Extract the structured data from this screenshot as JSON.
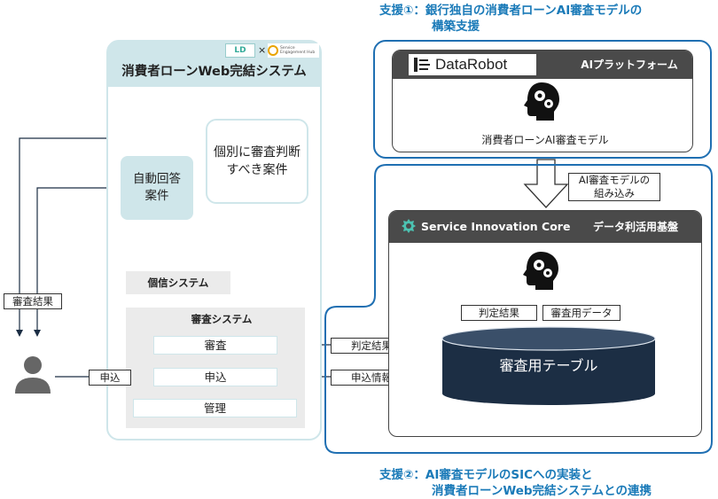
{
  "captions": {
    "support1_line1": "支援①：銀行独自の消費者ローンAI審査モデルの",
    "support1_line2": "構築支援",
    "support2_line1": "支援②：AI審査モデルのSICへの実装と",
    "support2_line2": "消費者ローンWeb完結システムとの連携"
  },
  "left_system": {
    "title": "消費者ローンWeb完結システム",
    "logo_left": "LD",
    "logo_times": "×",
    "logo_right": "Service Engagement Hub",
    "individual_review": [
      "個別に審査判断",
      "すべき案件"
    ],
    "auto_answer": [
      "自動回答",
      "案件"
    ],
    "credit_system": "個信システム",
    "review_system": "審査システム",
    "items": [
      "審査",
      "申込",
      "管理"
    ]
  },
  "labels": {
    "review_result": "審査結果",
    "apply": "申込",
    "judgment_result": "判定結果",
    "application_info": "申込情報",
    "embed_line1": "AI審査モデルの",
    "embed_line2": "組み込み"
  },
  "datarobot": {
    "brand": "DataRobot",
    "platform": "AIプラットフォーム",
    "model": "消費者ローンAI審査モデル"
  },
  "sic": {
    "brand": "Service Innovation Core",
    "platform": "データ利活用基盤",
    "judgment_result": "判定結果",
    "review_data": "審査用データ",
    "table": "審査用テーブル"
  },
  "icons": {
    "ai_head": "head-with-gears-icon",
    "person": "person-icon",
    "datarobot_logo": "datarobot-logo-icon",
    "sic_logo": "sic-logo-icon"
  },
  "colors": {
    "accent_blue": "#1f6fb2",
    "caption_blue": "#1a7ab8",
    "teal": "#cfe6ea",
    "navy": "#1c2e44",
    "gray_bar": "#4a4a4a"
  }
}
